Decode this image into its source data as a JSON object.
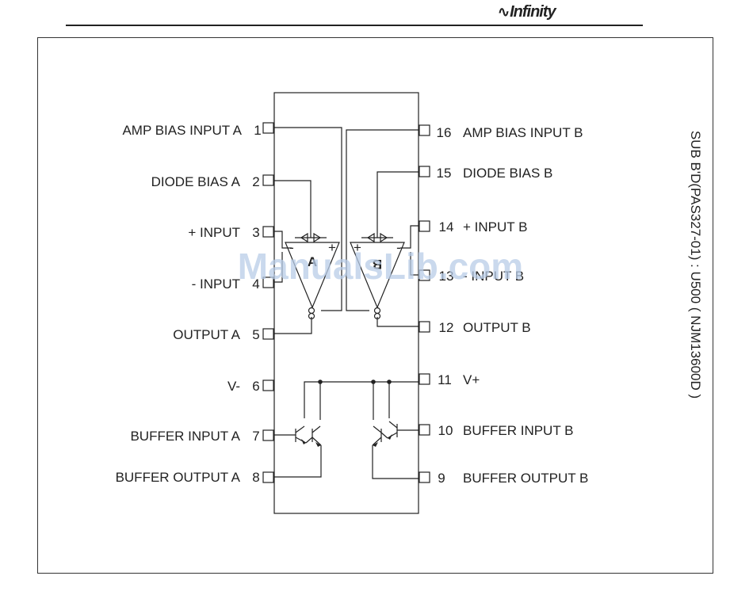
{
  "header": {
    "brand": "Infinity"
  },
  "side_label": "SUB B'D(PAS327-01) : U500 ( NJM13600D )",
  "watermark": "ManualsLib.com",
  "left_pins": [
    {
      "name": "AMP BIAS INPUT A",
      "number": "1"
    },
    {
      "name": "DIODE BIAS A",
      "number": "2"
    },
    {
      "name": "+ INPUT",
      "number": "3"
    },
    {
      "name": "- INPUT",
      "number": "4"
    },
    {
      "name": "OUTPUT A",
      "number": "5"
    },
    {
      "name": "V-",
      "number": "6"
    },
    {
      "name": "BUFFER INPUT A",
      "number": "7"
    },
    {
      "name": "BUFFER OUTPUT A",
      "number": "8"
    }
  ],
  "right_pins": [
    {
      "number": "16",
      "name": "AMP BIAS INPUT B"
    },
    {
      "number": "15",
      "name": "DIODE BIAS B"
    },
    {
      "number": "14",
      "name": "+ INPUT B"
    },
    {
      "number": "13",
      "name": "- INPUT B"
    },
    {
      "number": "12",
      "name": "OUTPUT B"
    },
    {
      "number": "11",
      "name": "V+"
    },
    {
      "number": "10",
      "name": "BUFFER INPUT B"
    },
    {
      "number": "9",
      "name": "BUFFER OUTPUT B"
    }
  ],
  "amplifiers": {
    "a_label": "A",
    "b_label": "B",
    "plus": "+",
    "minus": "-"
  }
}
